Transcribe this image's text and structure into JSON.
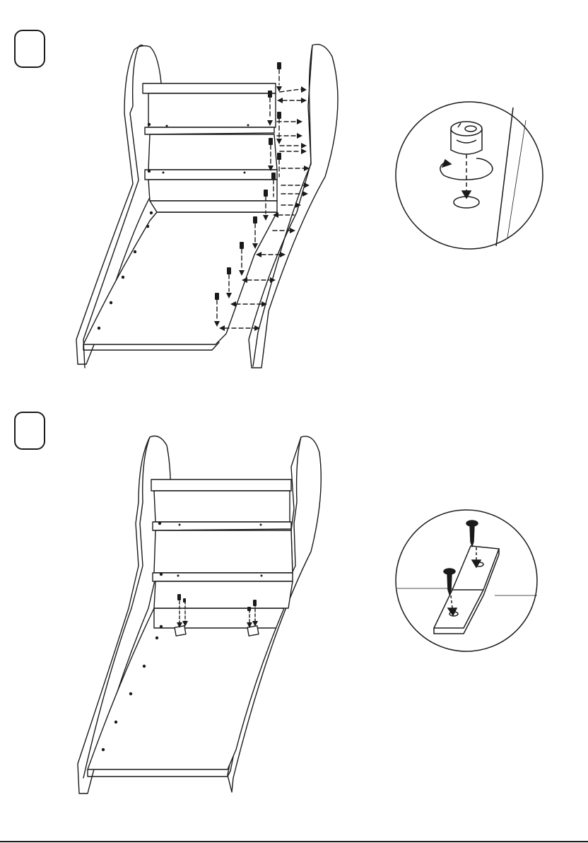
{
  "page": {
    "steps": [
      {
        "number": ""
      },
      {
        "number": ""
      }
    ]
  },
  "icons": {
    "step1_main": "slide-frame-cam-lock-assembly",
    "step1_detail": "cam-lock-rotation-detail",
    "step2_main": "slide-frame-bracket-assembly",
    "step2_detail": "screw-bracket-detail"
  }
}
